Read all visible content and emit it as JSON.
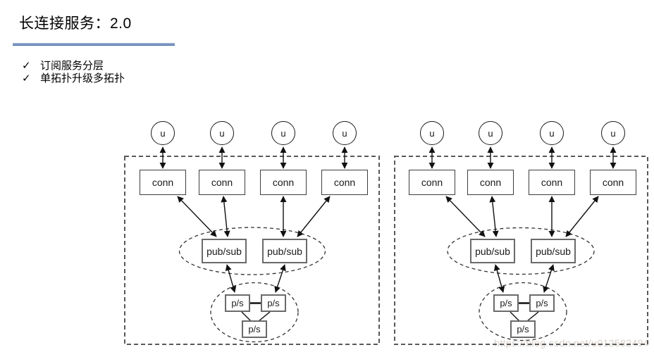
{
  "slide": {
    "title": "长连接服务：2.0",
    "accent_color": "#4a70a8",
    "bullets": [
      {
        "marker": "✓",
        "text": "订阅服务分层"
      },
      {
        "marker": "✓",
        "text": "单拓扑升级多拓扑"
      }
    ]
  },
  "diagrams": [
    {
      "name": "topology-left",
      "users": [
        "u",
        "u",
        "u",
        "u"
      ],
      "conn_nodes": [
        "conn",
        "conn",
        "conn",
        "conn"
      ],
      "pubsub_nodes": [
        "pub/sub",
        "pub/sub"
      ],
      "ps_nodes": [
        "p/s",
        "p/s",
        "p/s"
      ]
    },
    {
      "name": "topology-right",
      "users": [
        "u",
        "u",
        "u",
        "u"
      ],
      "conn_nodes": [
        "conn",
        "conn",
        "conn",
        "conn"
      ],
      "pubsub_nodes": [
        "pub/sub",
        "pub/sub"
      ],
      "ps_nodes": [
        "p/s",
        "p/s",
        "p/s"
      ]
    }
  ],
  "watermark": "https://blog.csdn.net/u012582494"
}
